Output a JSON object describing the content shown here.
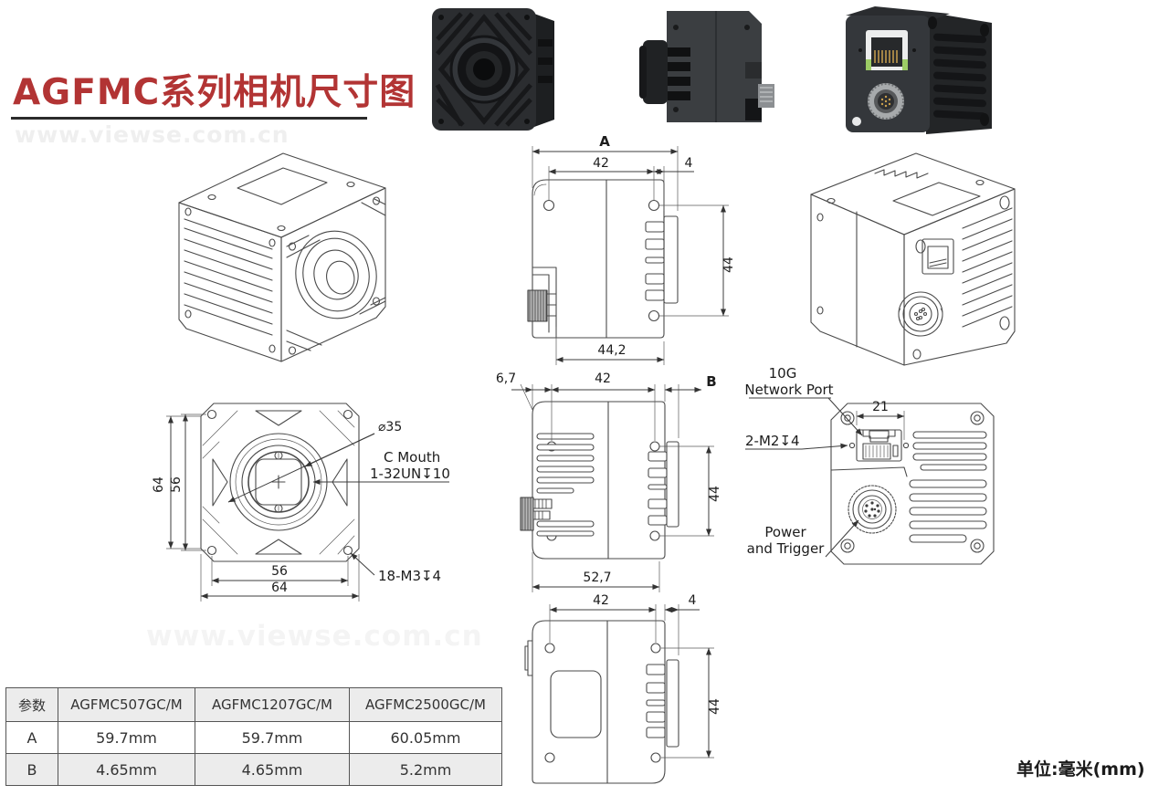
{
  "page": {
    "title": "AGFMC系列相机尺寸图",
    "watermark": "www.viewse.com.cn",
    "unit_note": "单位:毫米(mm)"
  },
  "colors": {
    "accent_red": "#b23434",
    "drawing_line": "#4a4a4a",
    "camera_body_dark": "#2b2d30"
  },
  "views": {
    "top": {
      "label": "A",
      "dim_hole_span": "42",
      "dim_offset": "4",
      "dim_height": "44",
      "dim_body": "44,2"
    },
    "side": {
      "dim_left": "6,7",
      "dim_hole_span": "42",
      "label": "B",
      "dim_height": "44",
      "dim_body": "52,7"
    },
    "bottom": {
      "dim_hole_span": "42",
      "dim_offset": "4",
      "dim_height": "44"
    },
    "front": {
      "dim_outer_v": "64",
      "dim_inner_v": "56",
      "dim_inner_h": "56",
      "dim_outer_h": "64",
      "lens_diameter": "⌀35",
      "c_mount_line1": "C Mouth",
      "c_mount_line2": "1-32UN↧10",
      "screw_note": "18-M3↧4"
    },
    "back": {
      "port_label_line1": "10G",
      "port_label_line2": "Network Port",
      "dim_port": "21",
      "screw_note": "2-M2↧4",
      "power_label_line1": "Power",
      "power_label_line2": "and Trigger"
    }
  },
  "table": {
    "headers": [
      "参数",
      "AGFMC507GC/M",
      "AGFMC1207GC/M",
      "AGFMC2500GC/M"
    ],
    "rows": [
      {
        "param": "A",
        "values": [
          "59.7mm",
          "59.7mm",
          "60.05mm"
        ]
      },
      {
        "param": "B",
        "values": [
          "4.65mm",
          "4.65mm",
          "5.2mm"
        ]
      }
    ]
  }
}
